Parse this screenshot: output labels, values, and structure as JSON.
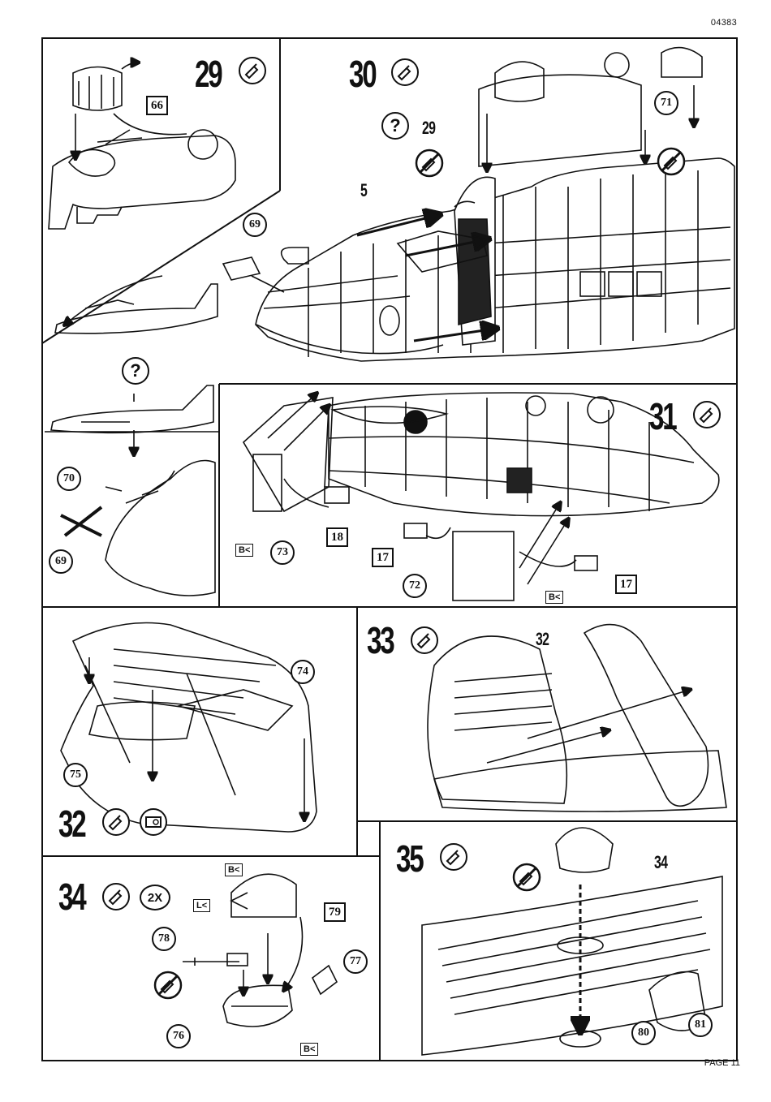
{
  "header": {
    "code": "04383"
  },
  "footer": {
    "page": "PAGE 11"
  },
  "icons": {
    "glue": "glue-tube-icon",
    "no_glue": "no-glue-icon",
    "paint": "paint-can-icon",
    "question": "question-mark-icon"
  },
  "steps": {
    "s29": {
      "number": "29",
      "parts": {
        "p66": "66"
      }
    },
    "s30": {
      "number": "30",
      "parts": {
        "p29": "29",
        "p5": "5",
        "p69": "69",
        "p71": "71",
        "q": "?"
      }
    },
    "left": {
      "q": "?",
      "p70": "70",
      "p69": "69"
    },
    "s31": {
      "number": "31",
      "parts": {
        "p73": "73",
        "p18": "18",
        "p17a": "17",
        "p72": "72",
        "p17b": "17",
        "bk1": "B",
        "bk2": "B"
      }
    },
    "s32": {
      "number": "32",
      "parts": {
        "p74": "74",
        "p75": "75"
      }
    },
    "s33": {
      "number": "33",
      "parts": {
        "p32": "32"
      }
    },
    "s34": {
      "number": "34",
      "qty": "2X",
      "parts": {
        "p78": "78",
        "p79": "79",
        "p77": "77",
        "p76": "76",
        "bk1": "B",
        "lk": "L",
        "bk2": "B"
      }
    },
    "s35": {
      "number": "35",
      "parts": {
        "p34": "34",
        "p80": "80",
        "p81": "81"
      }
    }
  }
}
